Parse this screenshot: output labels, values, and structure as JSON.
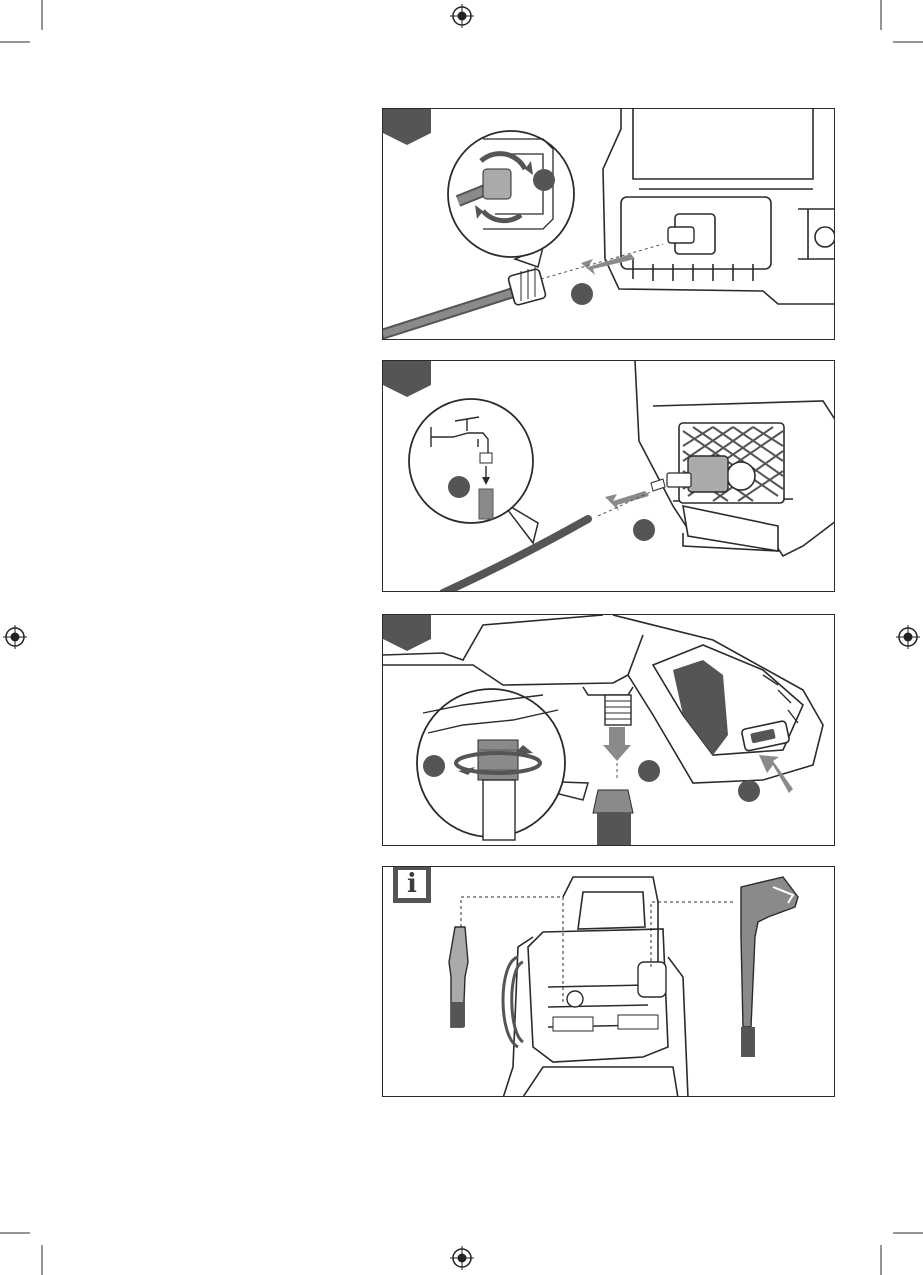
{
  "page": {
    "registration_marks": [
      "top-center",
      "left-middle",
      "right-middle",
      "bottom-center"
    ],
    "crop_marks": [
      "top-left",
      "top-right",
      "bottom-left",
      "bottom-right"
    ]
  },
  "panels": [
    {
      "step_badge": "",
      "icon": "connect-high-pressure-hose",
      "callouts": [
        "",
        ""
      ]
    },
    {
      "step_badge": "",
      "icon": "connect-water-supply-hose",
      "callouts": [
        "",
        ""
      ]
    },
    {
      "step_badge": "",
      "icon": "attach-hose-to-spray-gun",
      "callouts": [
        "",
        "",
        ""
      ]
    },
    {
      "step_badge": "i",
      "icon": "accessory-storage-info"
    }
  ],
  "colors": {
    "line": "#2b2b2b",
    "fill_dark": "#555555",
    "fill_mid": "#8a8a8a",
    "fill_light": "#c8c8c8"
  }
}
